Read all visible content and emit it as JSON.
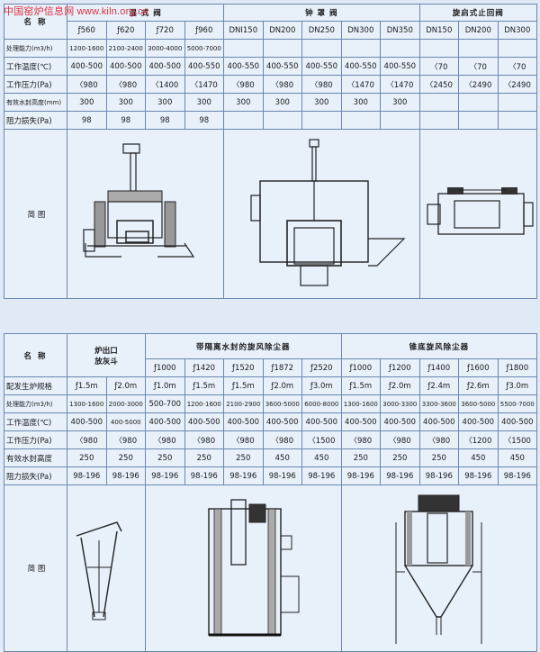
{
  "watermark": "中国窑炉信息网 www.kiln.org.cn",
  "table1": {
    "name_label": "名 称",
    "groups": [
      {
        "label": "湿 式 阀",
        "span": 4
      },
      {
        "label": "钟 罩 阀",
        "span": 5
      },
      {
        "label": "旋启式止回阀",
        "span": 3
      }
    ],
    "models": [
      "ƒ560",
      "ƒ620",
      "ƒ720",
      "ƒ960",
      "DNI150",
      "DN200",
      "DN250",
      "DN300",
      "DN350",
      "DN150",
      "DN200",
      "DN300"
    ],
    "rows": [
      {
        "label": "处理能力(m3/h)",
        "values": [
          "1200-1600",
          "2100-2400",
          "3000-4000",
          "5000-7000",
          "",
          "",
          "",
          "",
          "",
          "",
          "",
          ""
        ]
      },
      {
        "label": "工作温度(℃)",
        "values": [
          "400-500",
          "400-500",
          "400-500",
          "400-550",
          "400-550",
          "400-550",
          "400-550",
          "400-550",
          "400-550",
          "〈70",
          "〈70",
          "〈70"
        ]
      },
      {
        "label": "工作压力(Pa)",
        "values": [
          "〈980",
          "〈980",
          "〈1400",
          "〈1470",
          "〈980",
          "〈980",
          "〈980",
          "〈1470",
          "〈1470",
          "〈2450",
          "〈2490",
          "〈2490"
        ]
      },
      {
        "label": "有效水封高度(mm)",
        "values": [
          "300",
          "300",
          "300",
          "300",
          "300",
          "300",
          "300",
          "300",
          "300",
          "",
          "",
          ""
        ]
      },
      {
        "label": "阻力损失(Pa)",
        "values": [
          "98",
          "98",
          "98",
          "98",
          "",
          "",
          "",
          "",
          "",
          "",
          "",
          ""
        ]
      }
    ],
    "diagram_label": "简 图"
  },
  "table2": {
    "name_label": "名 称",
    "groups": [
      {
        "label": "炉出口\n放灰斗",
        "span": 2
      },
      {
        "label": "带隔离水封的旋风除尘器",
        "span": 5
      },
      {
        "label": "锥底旋风除尘器",
        "span": 5
      }
    ],
    "models": [
      "",
      "",
      "ƒ1000",
      "ƒ1420",
      "ƒ1520",
      "ƒ1872",
      "ƒ2520",
      "ƒ1000",
      "ƒ1200",
      "ƒ1400",
      "ƒ1600",
      "ƒ1800"
    ],
    "rows": [
      {
        "label": "配发生炉规格",
        "values": [
          "ƒ1.5m",
          "ƒ2.0m",
          "ƒ1.0m",
          "ƒ1.5m",
          "ƒ1.5m",
          "ƒ2.0m",
          "ƒ3.0m",
          "ƒ1.5m",
          "ƒ2.0m",
          "ƒ2.4m",
          "ƒ2.6m",
          "ƒ3.0m"
        ]
      },
      {
        "label": "处理能力(m3/h)",
        "values": [
          "1300-1600",
          "2000-3000",
          "500-700",
          "1200-1600",
          "2100-2900",
          "3600-5000",
          "6000-8000",
          "1300-1600",
          "3000-3300",
          "3300-3600",
          "3600-5000",
          "5500-7000"
        ]
      },
      {
        "label": "工作温度(℃)",
        "values": [
          "400-500",
          "400-5000",
          "400-500",
          "400-500",
          "400-500",
          "400-500",
          "400-500",
          "400-500",
          "400-500",
          "400-500",
          "400-500",
          "400-500"
        ]
      },
      {
        "label": "工作压力(Pa)",
        "values": [
          "〈980",
          "〈980",
          "〈980",
          "〈980",
          "〈980",
          "〈980",
          "〈1500",
          "〈980",
          "〈980",
          "〈980",
          "〈1200",
          "〈1500"
        ]
      },
      {
        "label": "有效水封高度",
        "values": [
          "250",
          "250",
          "250",
          "250",
          "250",
          "450",
          "450",
          "250",
          "250",
          "250",
          "450",
          "450"
        ]
      },
      {
        "label": "阻力损失(Pa)",
        "values": [
          "98-196",
          "98-196",
          "98-196",
          "98-196",
          "98-196",
          "98-196",
          "98-196",
          "98-196",
          "98-196",
          "98-196",
          "98-196",
          "98-196"
        ]
      }
    ],
    "diagram_label": "简 图"
  }
}
